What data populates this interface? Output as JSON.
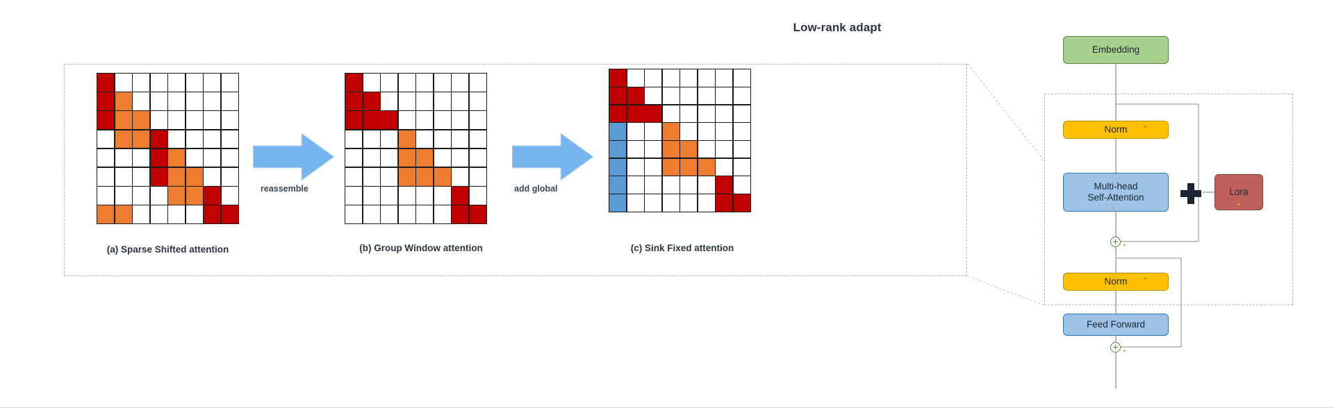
{
  "figure": {
    "title": "Low-rank adapt"
  },
  "panels": [
    {
      "id": "a",
      "caption": "(a) Sparse Shifted attention",
      "size": 8,
      "cells": [
        [
          "red",
          "white",
          "white",
          "white",
          "white",
          "white",
          "white",
          "white"
        ],
        [
          "red",
          "orange",
          "white",
          "white",
          "white",
          "white",
          "white",
          "white"
        ],
        [
          "red",
          "orange",
          "orange",
          "white",
          "white",
          "white",
          "white",
          "white"
        ],
        [
          "white",
          "orange",
          "orange",
          "red",
          "white",
          "white",
          "white",
          "white"
        ],
        [
          "white",
          "white",
          "white",
          "red",
          "orange",
          "white",
          "white",
          "white"
        ],
        [
          "white",
          "white",
          "white",
          "red",
          "orange",
          "orange",
          "white",
          "white"
        ],
        [
          "white",
          "white",
          "white",
          "white",
          "orange",
          "orange",
          "red",
          "white"
        ],
        [
          "orange",
          "orange",
          "white",
          "white",
          "white",
          "white",
          "red",
          "red"
        ]
      ]
    },
    {
      "id": "b",
      "caption": "(b) Group Window attention",
      "size": 8,
      "cells": [
        [
          "red",
          "white",
          "white",
          "white",
          "white",
          "white",
          "white",
          "white"
        ],
        [
          "red",
          "red",
          "white",
          "white",
          "white",
          "white",
          "white",
          "white"
        ],
        [
          "red",
          "red",
          "red",
          "white",
          "white",
          "white",
          "white",
          "white"
        ],
        [
          "white",
          "white",
          "white",
          "orange",
          "white",
          "white",
          "white",
          "white"
        ],
        [
          "white",
          "white",
          "white",
          "orange",
          "orange",
          "white",
          "white",
          "white"
        ],
        [
          "white",
          "white",
          "white",
          "orange",
          "orange",
          "orange",
          "white",
          "white"
        ],
        [
          "white",
          "white",
          "white",
          "white",
          "white",
          "white",
          "red",
          "white"
        ],
        [
          "white",
          "white",
          "white",
          "white",
          "white",
          "white",
          "red",
          "red"
        ]
      ]
    },
    {
      "id": "c",
      "caption": "(c) Sink Fixed attention",
      "size": 8,
      "cells": [
        [
          "red",
          "white",
          "white",
          "white",
          "white",
          "white",
          "white",
          "white"
        ],
        [
          "red",
          "red",
          "white",
          "white",
          "white",
          "white",
          "white",
          "white"
        ],
        [
          "red",
          "red",
          "red",
          "white",
          "white",
          "white",
          "white",
          "white"
        ],
        [
          "blue",
          "white",
          "white",
          "orange",
          "white",
          "white",
          "white",
          "white"
        ],
        [
          "blue",
          "white",
          "white",
          "orange",
          "orange",
          "white",
          "white",
          "white"
        ],
        [
          "blue",
          "white",
          "white",
          "orange",
          "orange",
          "orange",
          "white",
          "white"
        ],
        [
          "blue",
          "white",
          "white",
          "white",
          "white",
          "white",
          "red",
          "white"
        ],
        [
          "blue",
          "white",
          "white",
          "white",
          "white",
          "white",
          "red",
          "red"
        ]
      ]
    }
  ],
  "arrows": [
    {
      "label": "reassemble"
    },
    {
      "label": "add global"
    }
  ],
  "transformer": {
    "nodes": {
      "embedding": "Embedding",
      "norm1": "Norm",
      "attention": "Multi-head\nSelf-Attention",
      "attention_line1": "Multi-head",
      "attention_line2": "Self-Attention",
      "lora": "Lora",
      "norm2": "Norm",
      "feed_forward": "Feed Forward"
    }
  },
  "colors": {
    "red": "#c00000",
    "orange": "#ed7d31",
    "blue": "#5b9bd5",
    "white": "#ffffff",
    "grid_line": "#1a1a1a",
    "arrow": "#77b5f0",
    "embedding": "#a9d18e",
    "norm": "#ffc000",
    "attention": "#9dc3e6",
    "lora": "#c0605a",
    "dashed_border": "#b4b4b4"
  }
}
